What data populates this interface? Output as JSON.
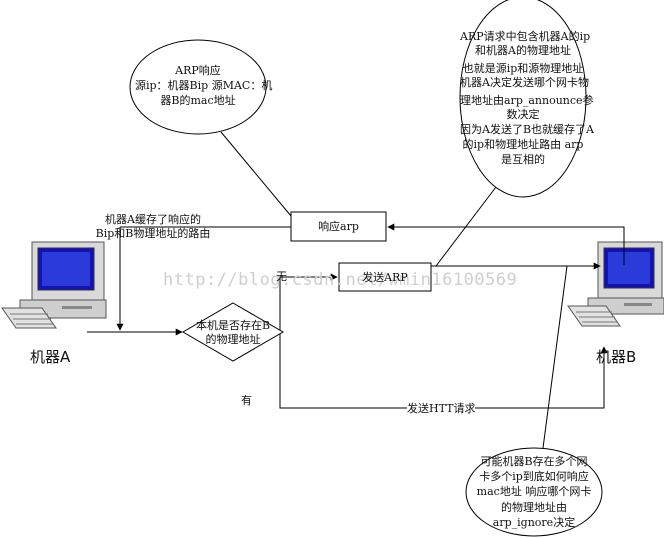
{
  "watermark": "http://blog.csdn.net/wmin16100569",
  "machine_a_label": "机器A",
  "machine_b_label": "机器B",
  "arp_response_box": "响应arp",
  "send_arp_box": "发送ARP",
  "decision_text": [
    "本机是否存在B",
    "的物理地址"
  ],
  "no_label": "无",
  "yes_label": "有",
  "send_http_label": "发送HTT请求",
  "cache_note": [
    "机器A缓存了响应的",
    "Bip和B物理地址的路由"
  ],
  "callout_arp_response": [
    "ARP响应",
    "源ip：机器Bip 源MAC：机",
    "器B的mac地址"
  ],
  "callout_arp_request": [
    "ARP请求中包含机器A的ip",
    "和机器A的物理地址",
    "也就是源ip和源物理地址",
    "机器A决定发送哪个网卡物",
    "理地址由arp_announce参",
    "数决定",
    "因为A发送了B也就缓存了A",
    "的ip和物理地址路由 arp",
    "是互相的"
  ],
  "callout_multi_nic": [
    "可能机器B存在多个网",
    "卡多个ip到底如何响应",
    "mac地址 响应哪个网卡",
    "的物理地址由",
    "arp_ignore决定"
  ],
  "colors": {
    "line": "#000000",
    "watermark": "#cfcfcf",
    "screen": "#1212b8",
    "case": "#e8e8e8"
  }
}
